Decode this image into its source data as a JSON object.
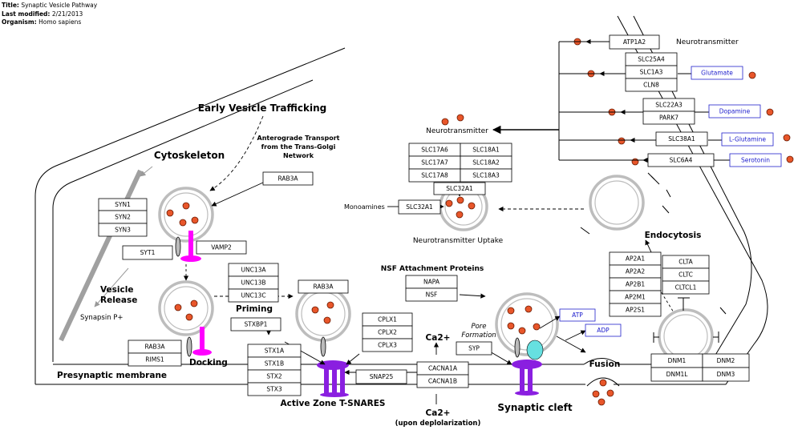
{
  "header": {
    "title_label": "Title:",
    "title": "Synaptic Vesicle Pathway",
    "modified_label": "Last modified:",
    "modified": "2/21/2013",
    "organism_label": "Organism:",
    "organism": "Homo sapiens"
  },
  "labels": {
    "early_trafficking": "Early Vesicle Trafficking",
    "cytoskeleton": "Cytoskeleton",
    "anterograde_1": "Anterograde Transport",
    "anterograde_2": "from the Trans-Golgi",
    "anterograde_3": "Network",
    "vesicle_release_1": "Vesicle",
    "vesicle_release_2": "Release",
    "synapsin": "Synapsin P+",
    "priming": "Priming",
    "docking": "Docking",
    "presynaptic_membrane": "Presynaptic membrane",
    "active_zone": "Active Zone T-SNARES",
    "nsf_attachment": "NSF Attachment Proteins",
    "ca_top": "Ca2+",
    "ca_bottom": "Ca2+",
    "depolarization": "(upon deplolarization)",
    "pore_1": "Pore",
    "pore_2": "Formation",
    "synaptic_cleft": "Synaptic cleft",
    "fusion": "Fusion",
    "endocytosis": "Endocytosis",
    "neurotransmitter_uptake": "Neurotransmitter Uptake",
    "monoamines": "Monoamines",
    "neurotransmitter_center": "Neurotransmitter",
    "neurotransmitter_top": "Neurotransmitter"
  },
  "genes": {
    "syn1": "SYN1",
    "syn2": "SYN2",
    "syn3": "SYN3",
    "syt1": "SYT1",
    "vamp2": "VAMP2",
    "rab3a_top": "RAB3A",
    "unc13a": "UNC13A",
    "unc13b": "UNC13B",
    "unc13c": "UNC13C",
    "rab3a_mid": "RAB3A",
    "stxbp1": "STXBP1",
    "rab3a_left": "RAB3A",
    "rims1": "RIMS1",
    "stx1a": "STX1A",
    "stx1b": "STX1B",
    "stx2": "STX2",
    "stx3": "STX3",
    "snap25": "SNAP25",
    "cplx1": "CPLX1",
    "cplx2": "CPLX2",
    "cplx3": "CPLX3",
    "napa": "NAPA",
    "nsf": "NSF",
    "cacna1a": "CACNA1A",
    "cacna1b": "CACNA1B",
    "syp": "SYP",
    "slc17a6": "SLC17A6",
    "slc17a7": "SLC17A7",
    "slc17a8": "SLC17A8",
    "slc18a1": "SLC18A1",
    "slc18a2": "SLC18A2",
    "slc18a3": "SLC18A3",
    "slc32a1_top": "SLC32A1",
    "slc32a1_left": "SLC32A1",
    "atp1a2": "ATP1A2",
    "slc25a4": "SLC25A4",
    "slc1a3": "SLC1A3",
    "cln8": "CLN8",
    "slc22a3": "SLC22A3",
    "park7": "PARK7",
    "slc38a1": "SLC38A1",
    "slc6a4": "SLC6A4",
    "ap2a1": "AP2A1",
    "ap2a2": "AP2A2",
    "ap2b1": "AP2B1",
    "ap2m1": "AP2M1",
    "ap2s1": "AP2S1",
    "clta": "CLTA",
    "cltc": "CLTC",
    "cltcl1": "CLTCL1",
    "dnm1": "DNM1",
    "dnm1l": "DNM1L",
    "dnm2": "DNM2",
    "dnm3": "DNM3"
  },
  "metabolites": {
    "glutamate": "Glutamate",
    "dopamine": "Dopamine",
    "l_glutamine": "L-Glutamine",
    "serotonin": "Serotonin",
    "atp": "ATP",
    "adp": "ADP"
  },
  "colors": {
    "title_blue": "#1a1acc",
    "gray_label": "#a6a6a6",
    "magenta": "#ff00ff",
    "purple": "#8a1fe0",
    "cyan": "#66e0e0",
    "dot": "#e8562a"
  }
}
